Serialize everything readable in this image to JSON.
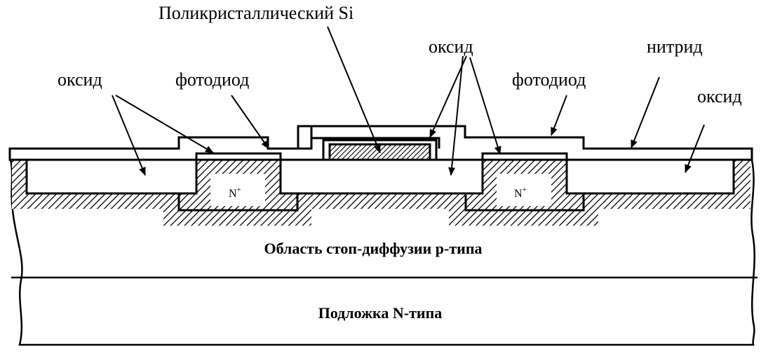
{
  "labels": {
    "polysilicon": "Поликристаллический Si",
    "oxide_center": "оксид",
    "nitride": "нитрид",
    "oxide_left": "оксид",
    "photodiode_left": "фотодиод",
    "photodiode_right": "фотодиод",
    "oxide_right": "оксид"
  },
  "implants": {
    "left": {
      "base": "N",
      "sup": "+"
    },
    "right": {
      "base": "N",
      "sup": "+"
    }
  },
  "regions": {
    "channel_stop": "Область стоп-диффузии p-типа",
    "substrate": "Подложка N-типа"
  }
}
